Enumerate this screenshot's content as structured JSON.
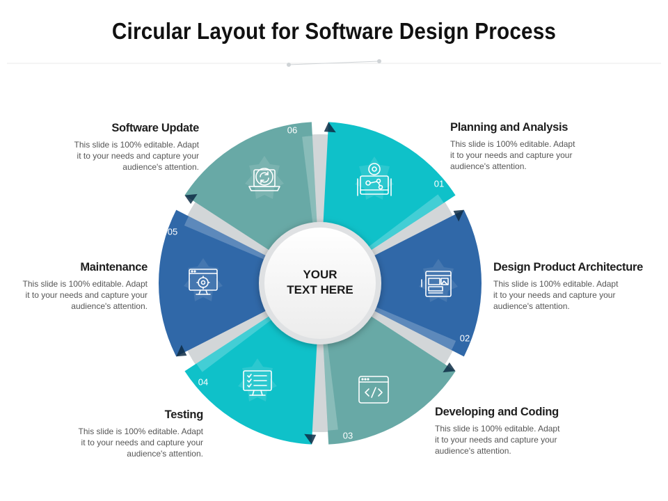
{
  "title": "Circular Layout for Software Design Process",
  "center": {
    "line1": "YOUR",
    "line2": "TEXT HERE"
  },
  "colors": {
    "teal_light": "#0fc1c9",
    "teal_grey": "#68a9a6",
    "blue": "#3068a8",
    "divider": "#d2d6d8"
  },
  "steps": [
    {
      "number": "01",
      "title": "Planning and Analysis",
      "body": "This slide is 100% editable. Adapt it to your needs and capture your audience's attention.",
      "icon": "gear-workflow-icon",
      "color": "#0fc1c9"
    },
    {
      "number": "02",
      "title": "Design Product Architecture",
      "body": "This slide is 100% editable. Adapt it to your needs and capture your audience's attention.",
      "icon": "design-layout-icon",
      "color": "#3068a8"
    },
    {
      "number": "03",
      "title": "Developing and Coding",
      "body": "This slide is 100% editable. Adapt it to your needs and capture your audience's attention.",
      "icon": "code-window-icon",
      "color": "#68a9a6"
    },
    {
      "number": "04",
      "title": "Testing",
      "body": "This slide is 100% editable. Adapt it to your needs and capture your audience's attention.",
      "icon": "monitor-checklist-icon",
      "color": "#0fc1c9"
    },
    {
      "number": "05",
      "title": "Maintenance",
      "body": "This slide is 100% editable. Adapt it to your needs and capture your audience's attention.",
      "icon": "monitor-gear-icon",
      "color": "#3068a8"
    },
    {
      "number": "06",
      "title": "Software Update",
      "body": "This slide is 100% editable. Adapt it to your needs and capture your audience's attention.",
      "icon": "laptop-refresh-icon",
      "color": "#68a9a6"
    }
  ]
}
